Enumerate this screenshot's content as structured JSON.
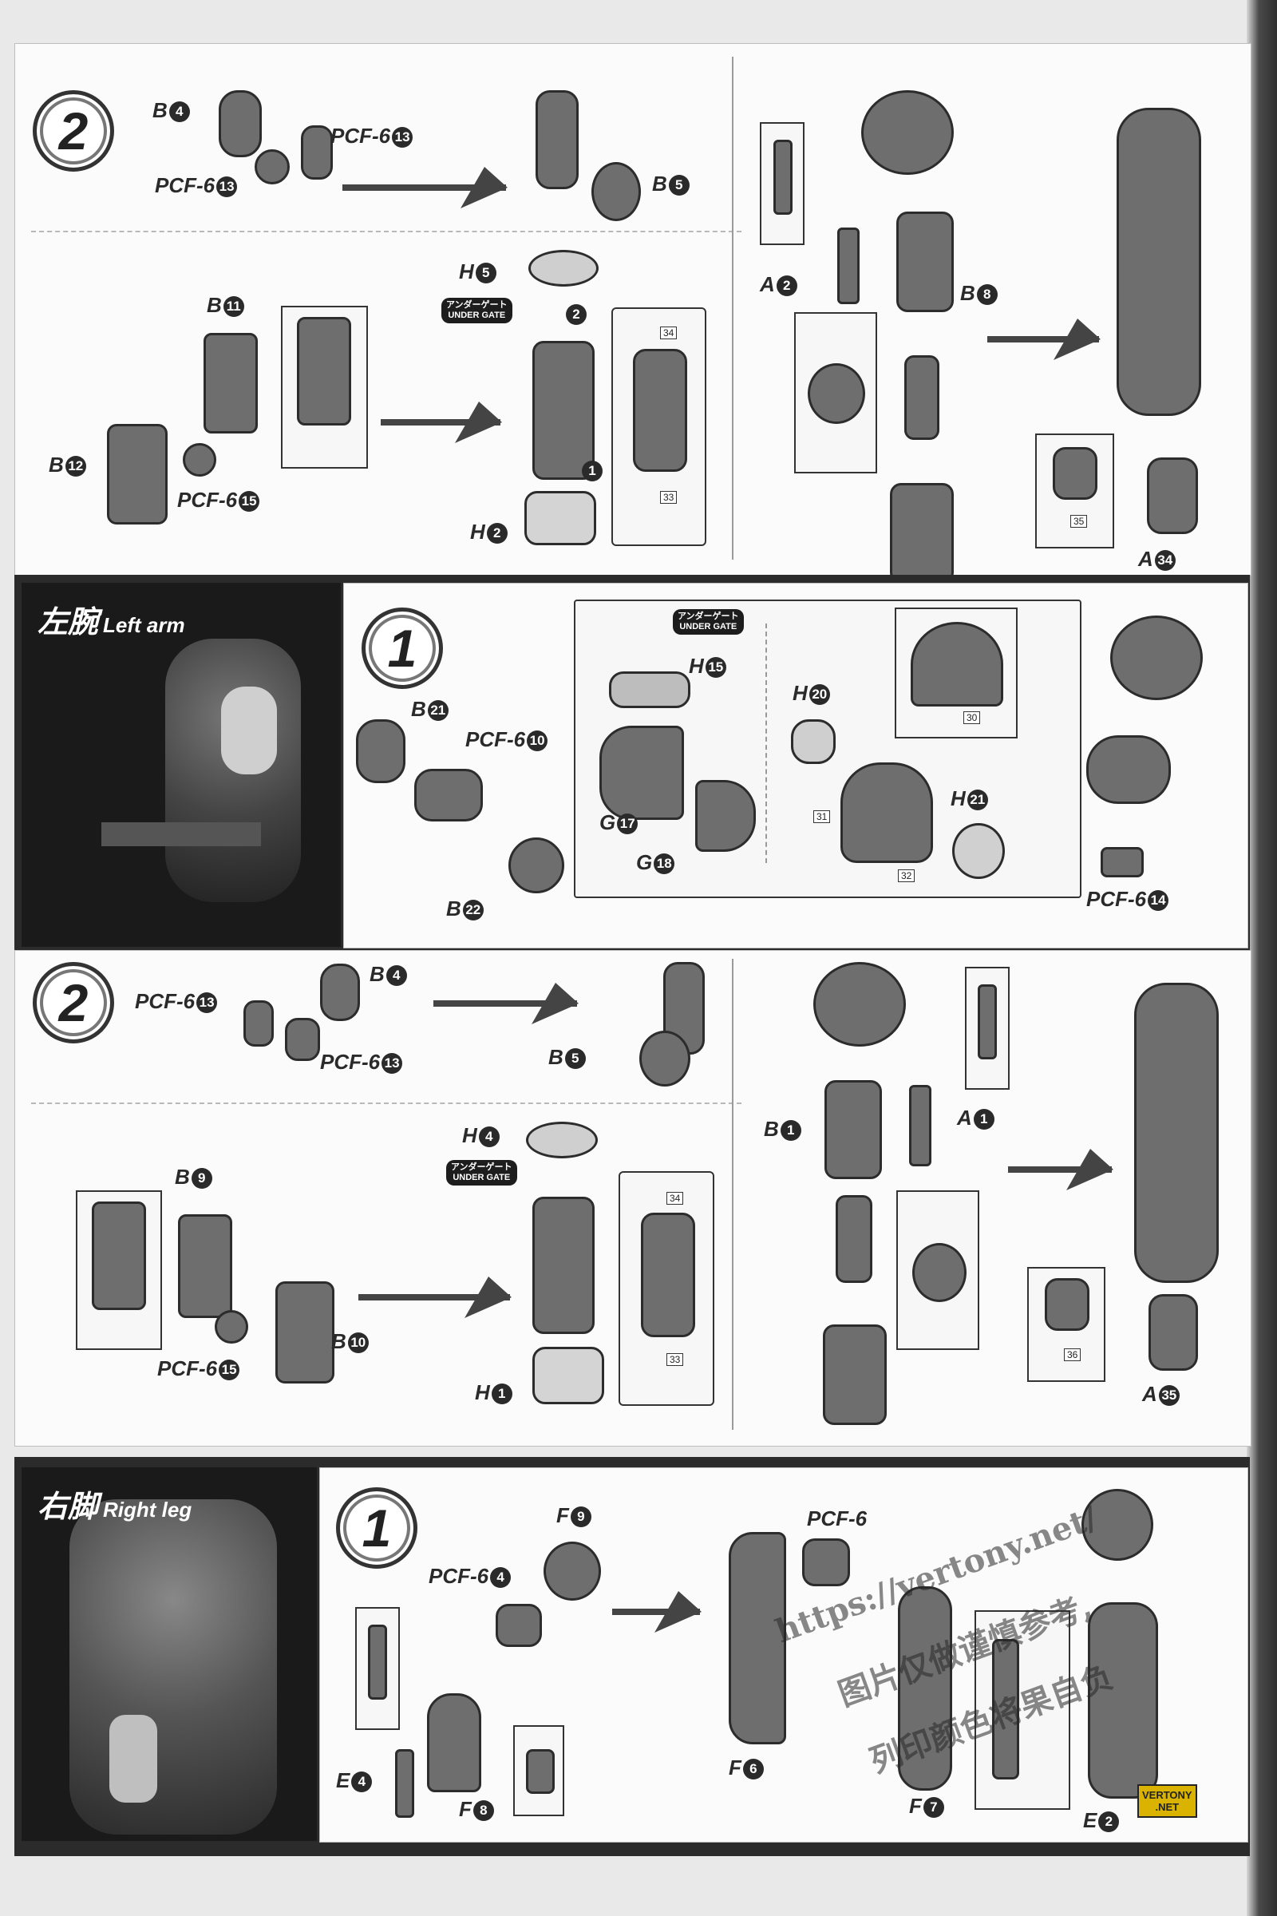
{
  "sections": {
    "right_arm_step2": {
      "step": "2",
      "labels": {
        "b4": {
          "prefix": "B",
          "num": "4"
        },
        "pcf613a": {
          "prefix": "PCF-6",
          "num": "13"
        },
        "pcf613b": {
          "prefix": "PCF-6",
          "num": "13"
        },
        "b5": {
          "prefix": "B",
          "num": "5"
        },
        "b11": {
          "prefix": "B",
          "num": "11"
        },
        "b12": {
          "prefix": "B",
          "num": "12"
        },
        "pcf615": {
          "prefix": "PCF-6",
          "num": "15"
        },
        "h5": {
          "prefix": "H",
          "num": "5"
        },
        "h2": {
          "prefix": "H",
          "num": "2"
        },
        "a2": {
          "prefix": "A",
          "num": "2"
        },
        "b8": {
          "prefix": "B",
          "num": "8"
        },
        "a34": {
          "prefix": "A",
          "num": "34"
        }
      },
      "under_gate": {
        "jp": "アンダーゲート",
        "en": "UNDER GATE"
      },
      "tags": [
        "34",
        "33",
        "35"
      ],
      "order": [
        "2",
        "1"
      ]
    },
    "left_arm": {
      "title_zh": "左腕",
      "title_en": "Left arm",
      "step1": "1",
      "step2": "2",
      "labels": {
        "b21": {
          "prefix": "B",
          "num": "21"
        },
        "pcf610": {
          "prefix": "PCF-6",
          "num": "10"
        },
        "b22": {
          "prefix": "B",
          "num": "22"
        },
        "h15": {
          "prefix": "H",
          "num": "15"
        },
        "g17": {
          "prefix": "G",
          "num": "17"
        },
        "g18": {
          "prefix": "G",
          "num": "18"
        },
        "h20": {
          "prefix": "H",
          "num": "20"
        },
        "h21": {
          "prefix": "H",
          "num": "21"
        },
        "pcf614": {
          "prefix": "PCF-6",
          "num": "14"
        },
        "pcf613a": {
          "prefix": "PCF-6",
          "num": "13"
        },
        "pcf613b": {
          "prefix": "PCF-6",
          "num": "13"
        },
        "b4": {
          "prefix": "B",
          "num": "4"
        },
        "b5": {
          "prefix": "B",
          "num": "5"
        },
        "b1": {
          "prefix": "B",
          "num": "1"
        },
        "a1": {
          "prefix": "A",
          "num": "1"
        },
        "h4": {
          "prefix": "H",
          "num": "4"
        },
        "b9": {
          "prefix": "B",
          "num": "9"
        },
        "b10": {
          "prefix": "B",
          "num": "10"
        },
        "pcf615": {
          "prefix": "PCF-6",
          "num": "15"
        },
        "h1": {
          "prefix": "H",
          "num": "1"
        },
        "a35": {
          "prefix": "A",
          "num": "35"
        }
      },
      "under_gate": {
        "jp": "アンダーゲート",
        "en": "UNDER GATE"
      },
      "tags": [
        "30",
        "31",
        "32",
        "34",
        "33",
        "36"
      ]
    },
    "right_leg": {
      "title_zh": "右脚",
      "title_en": "Right leg",
      "step1": "1",
      "labels": {
        "f9": {
          "prefix": "F",
          "num": "9"
        },
        "pcf64": {
          "prefix": "PCF-6",
          "num": "4"
        },
        "e4": {
          "prefix": "E",
          "num": "4"
        },
        "f8": {
          "prefix": "F",
          "num": "8"
        },
        "f6": {
          "prefix": "F",
          "num": "6"
        },
        "f7": {
          "prefix": "F",
          "num": "7"
        },
        "e2": {
          "prefix": "E",
          "num": "2"
        },
        "pcf6x": {
          "prefix": "PCF-6",
          "num": ""
        }
      }
    }
  },
  "watermark": {
    "line1": "https://vertony.net/",
    "line2": "图片仅做谨慎参考,",
    "line3": "列印颜色将果自负"
  },
  "badge": {
    "line1": "VERTONY",
    "line2": ".NET"
  },
  "colors": {
    "ink": "#2a2a2a",
    "part": "#6e6e6e",
    "band": "#2b2b2b",
    "badge": "#d9b300"
  }
}
